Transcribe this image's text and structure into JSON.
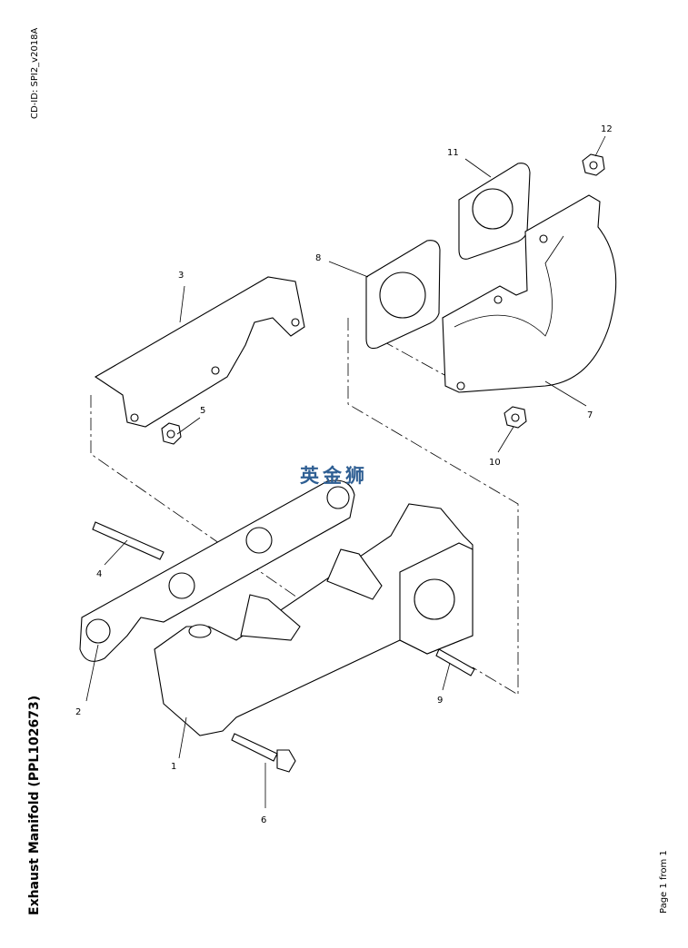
{
  "header": {
    "cd_id": "CD-ID: SPI2_v2018A"
  },
  "title": "Exhaust Manifold (PPL102673)",
  "footer": {
    "page_info": "Page 1 from 1"
  },
  "watermark": "英金狮",
  "callouts": [
    "1",
    "2",
    "3",
    "4",
    "5",
    "6",
    "7",
    "8",
    "9",
    "10",
    "11",
    "12"
  ]
}
